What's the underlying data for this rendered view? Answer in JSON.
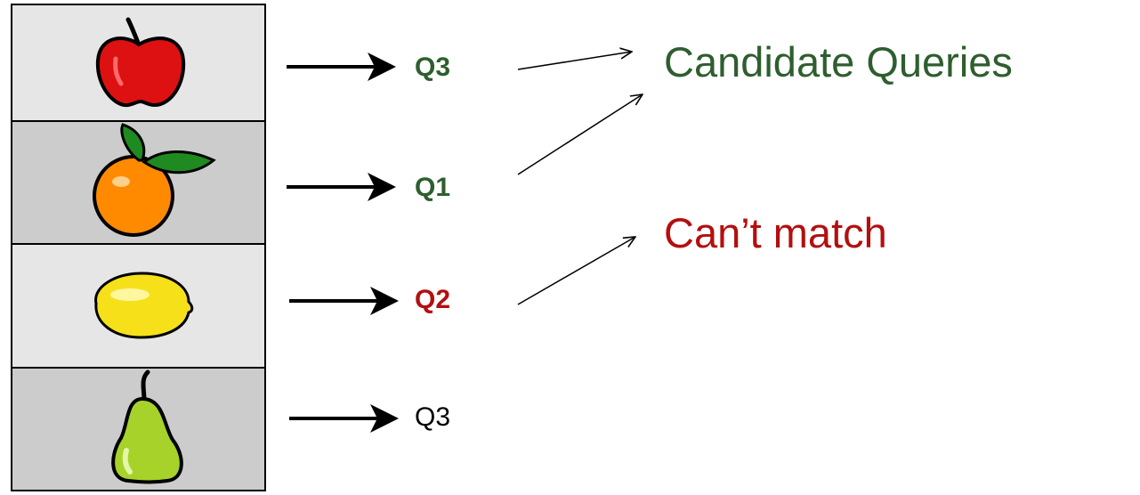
{
  "rows": [
    {
      "fruit": "apple-icon",
      "query": "Q3",
      "query_style": "candidate"
    },
    {
      "fruit": "orange-icon",
      "query": "Q1",
      "query_style": "candidate"
    },
    {
      "fruit": "lemon-icon",
      "query": "Q2",
      "query_style": "unmatched"
    },
    {
      "fruit": "pear-icon",
      "query": "Q3",
      "query_style": "plain"
    }
  ],
  "annotations": {
    "candidate": "Candidate Queries",
    "unmatched": "Can’t match"
  },
  "colors": {
    "candidate": "#2e5e2e",
    "unmatched": "#b30f0f",
    "plain": "#000000",
    "row_light": "#e6e6e6",
    "row_dark": "#cccccc"
  }
}
